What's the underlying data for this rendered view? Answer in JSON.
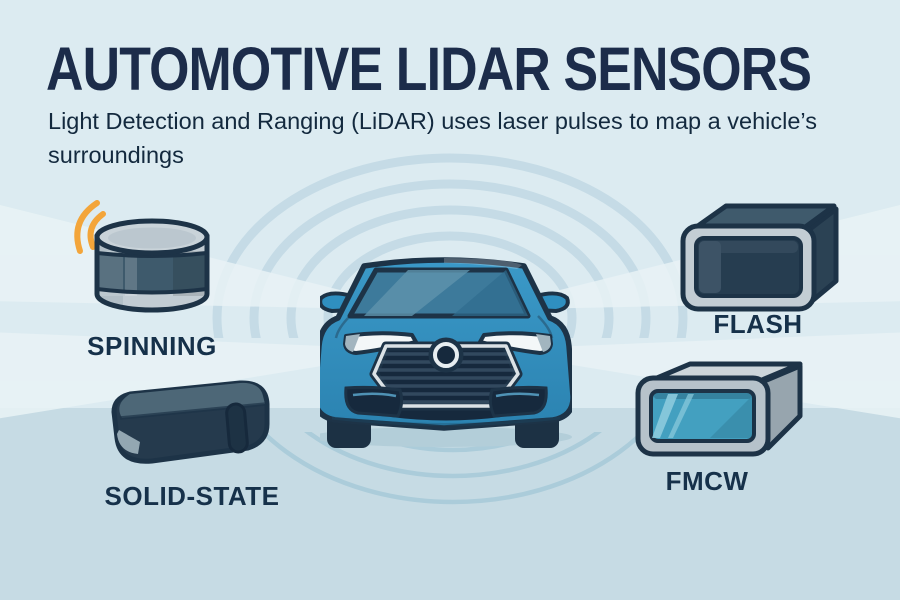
{
  "header": {
    "title": "AUTOMOTIVE LIDAR SENSORS",
    "subtitle_line1": "Light Detection and Ranging (LiDAR) uses laser pulses to map a vehicle’s",
    "subtitle_line2": "surroundings"
  },
  "sensors": [
    {
      "id": "spinning",
      "label": "SPINNING",
      "icon": "spinning-lidar-icon"
    },
    {
      "id": "flash",
      "label": "FLASH",
      "icon": "flash-lidar-icon"
    },
    {
      "id": "solid_state",
      "label": "SOLID-STATE",
      "icon": "solid-state-lidar-icon"
    },
    {
      "id": "fmcw",
      "label": "FMCW",
      "icon": "fmcw-lidar-icon"
    }
  ],
  "illustration": {
    "center": "blue-sedan-front-view",
    "waves": "concentric-lidar-pulse-arcs-and-beams"
  },
  "colors": {
    "background_top": "#dcebf1",
    "background_bottom": "#c6dbe4",
    "title_text": "#1c2c4a",
    "label_text": "#16314a",
    "outline_navy": "#1d3347",
    "car_blue": "#2f8fc0",
    "accent_orange": "#f3a53a",
    "wave_arc": "#c3dae5",
    "fmcw_window": "#43a0c0"
  }
}
